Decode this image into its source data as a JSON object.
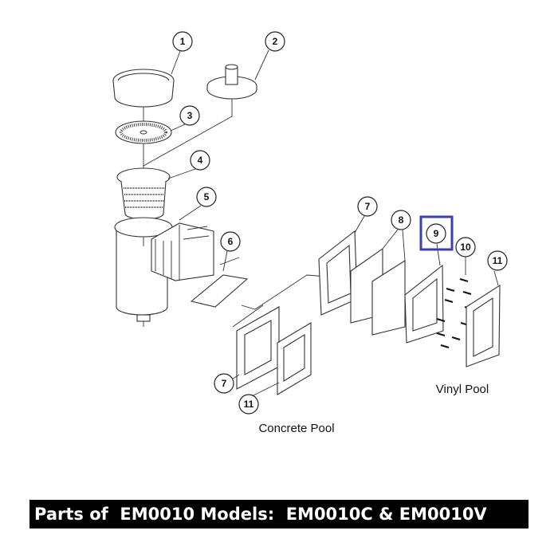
{
  "callouts": [
    "1",
    "2",
    "3",
    "4",
    "5",
    "6",
    "7",
    "8",
    "9",
    "10",
    "11"
  ],
  "labels": {
    "vinyl": "Vinyl Pool",
    "concrete": "Concrete Pool"
  },
  "highlighted_part": "9",
  "highlight_color": "#3b3fb0",
  "caption": "Parts of  EM0010 Models:  EM0010C & EM0010V"
}
